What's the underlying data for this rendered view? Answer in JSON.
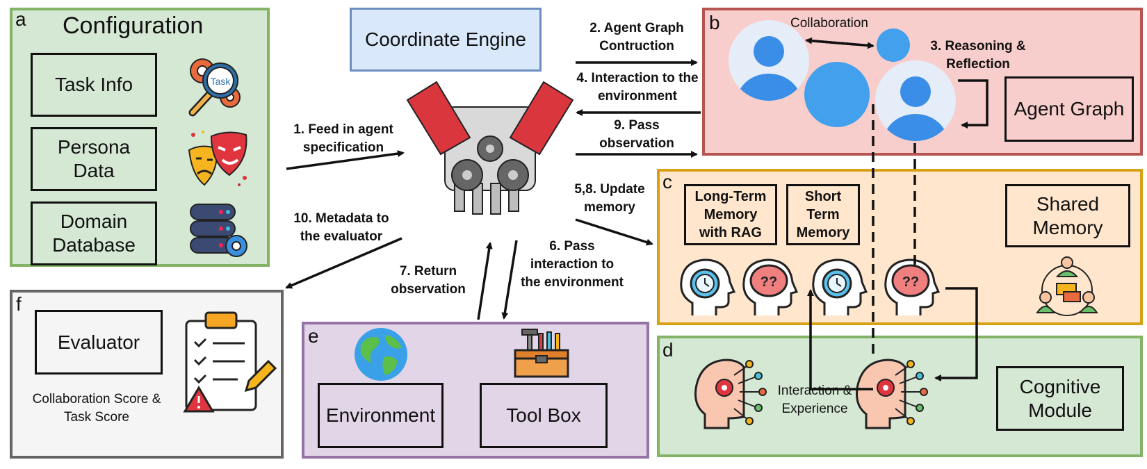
{
  "panels": {
    "a": {
      "letter": "a",
      "title": "Configuration",
      "items": [
        "Task Info",
        "Persona Data",
        "Domain Database"
      ],
      "icon_task_text": "Task"
    },
    "b": {
      "letter": "b",
      "collaboration": "Collaboration",
      "reasoning": "3. Reasoning & Reflection",
      "agent_graph": "Agent Graph"
    },
    "c": {
      "letter": "c",
      "long_term": "Long-Term Memory with RAG",
      "short_term": "Short Term Memory",
      "shared": "Shared Memory"
    },
    "d": {
      "letter": "d",
      "interaction": "Interaction & Experience",
      "cognitive": "Cognitive Module"
    },
    "e": {
      "letter": "e",
      "environment": "Environment",
      "toolbox": "Tool Box"
    },
    "f": {
      "letter": "f",
      "evaluator": "Evaluator",
      "scores": "Collaboration Score & Task Score"
    }
  },
  "engine": {
    "title": "Coordinate Engine"
  },
  "arrows": {
    "a1": "1. Feed in agent specification",
    "a2": "2. Agent Graph Contruction",
    "a4": "4. Interaction to the environment",
    "a9": "9. Pass observation",
    "a58": "5,8. Update memory",
    "a10": "10. Metadata to the evaluator",
    "a6": "6. Pass interaction to the environment",
    "a7": "7. Return observation"
  },
  "colors": {
    "green_fill": "#d5e8d4",
    "green_border": "#82b366",
    "red_fill": "#f8cecc",
    "red_border": "#b85450",
    "orange_fill": "#ffe6cc",
    "orange_border": "#d6a017",
    "purple_fill": "#e1d5e7",
    "purple_border": "#9673a6",
    "gray_fill": "#f5f5f5",
    "gray_border": "#666666",
    "blue_fill": "#dae8fc",
    "blue_border": "#6c8ebf",
    "person_blue": "#3b8ee8"
  }
}
